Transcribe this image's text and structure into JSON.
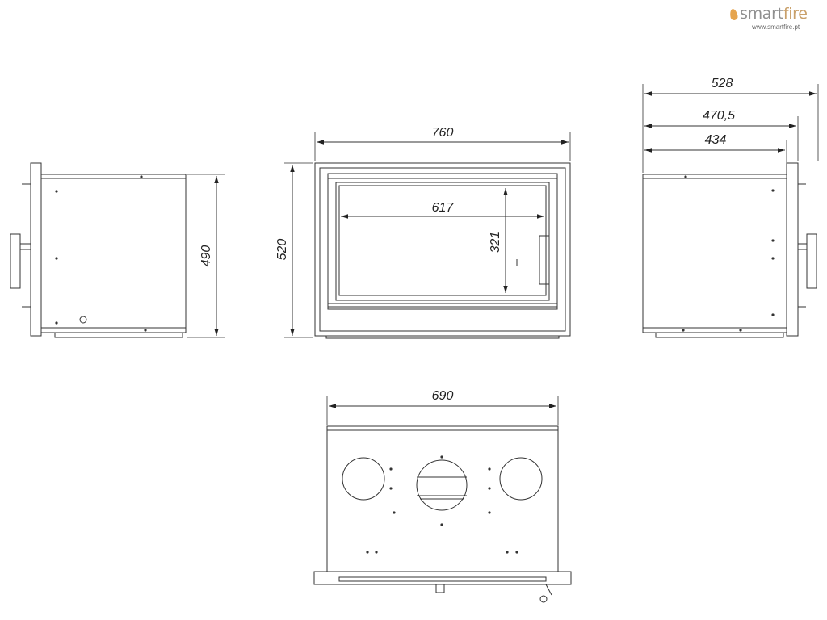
{
  "logo": {
    "brand_smart": "smart",
    "brand_fire": "fire",
    "url": "www.smartfire.pt"
  },
  "dimensions": {
    "front_width": "760",
    "front_height": "520",
    "glass_width": "617",
    "glass_height": "321",
    "left_height": "490",
    "right_depth_total": "528",
    "right_depth_mid": "470,5",
    "right_depth_inner": "434",
    "top_width": "690"
  },
  "colors": {
    "line": "#333333",
    "logo_grey": "#8f8f8f",
    "logo_flame": "#e6a54f"
  }
}
